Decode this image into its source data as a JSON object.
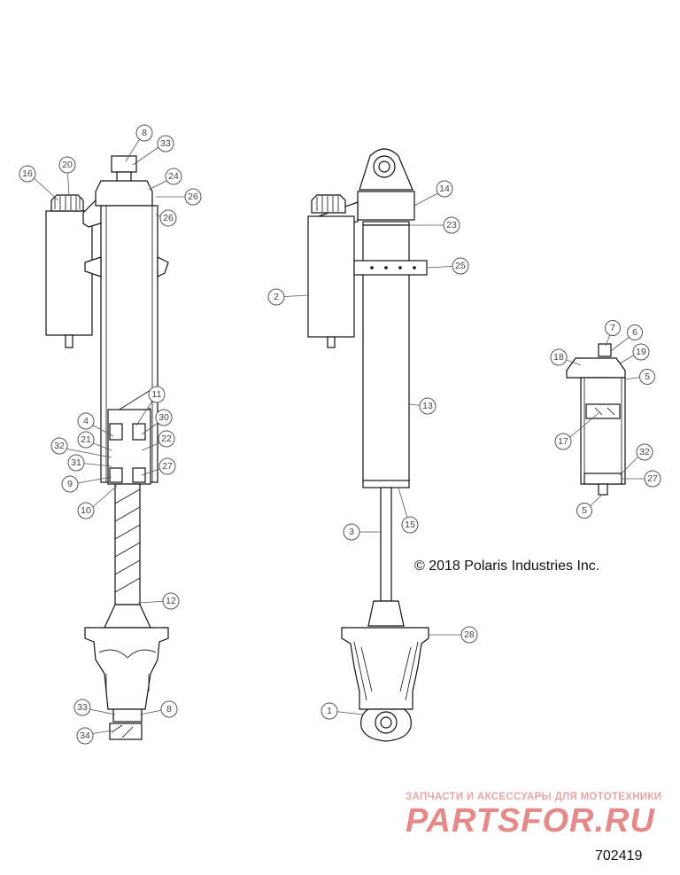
{
  "copyright": "© 2018 Polaris Industries Inc.",
  "watermark": {
    "subtitle": "ЗАПЧАСТИ И АКСЕССУАРЫ ДЛЯ МОТОТЕХНИКИ",
    "logo": "PARTSFOR.RU"
  },
  "diagram_number": "702419",
  "callouts": {
    "left_assembly": [
      "8",
      "33",
      "16",
      "20",
      "24",
      "26",
      "26",
      "11",
      "4",
      "30",
      "21",
      "22",
      "32",
      "31",
      "27",
      "9",
      "10",
      "12",
      "33",
      "8",
      "34"
    ],
    "center_assembly": [
      "14",
      "23",
      "25",
      "2",
      "13",
      "15",
      "3",
      "28",
      "1"
    ],
    "right_assembly": [
      "7",
      "6",
      "18",
      "19",
      "5",
      "17",
      "32",
      "27",
      "5"
    ]
  }
}
